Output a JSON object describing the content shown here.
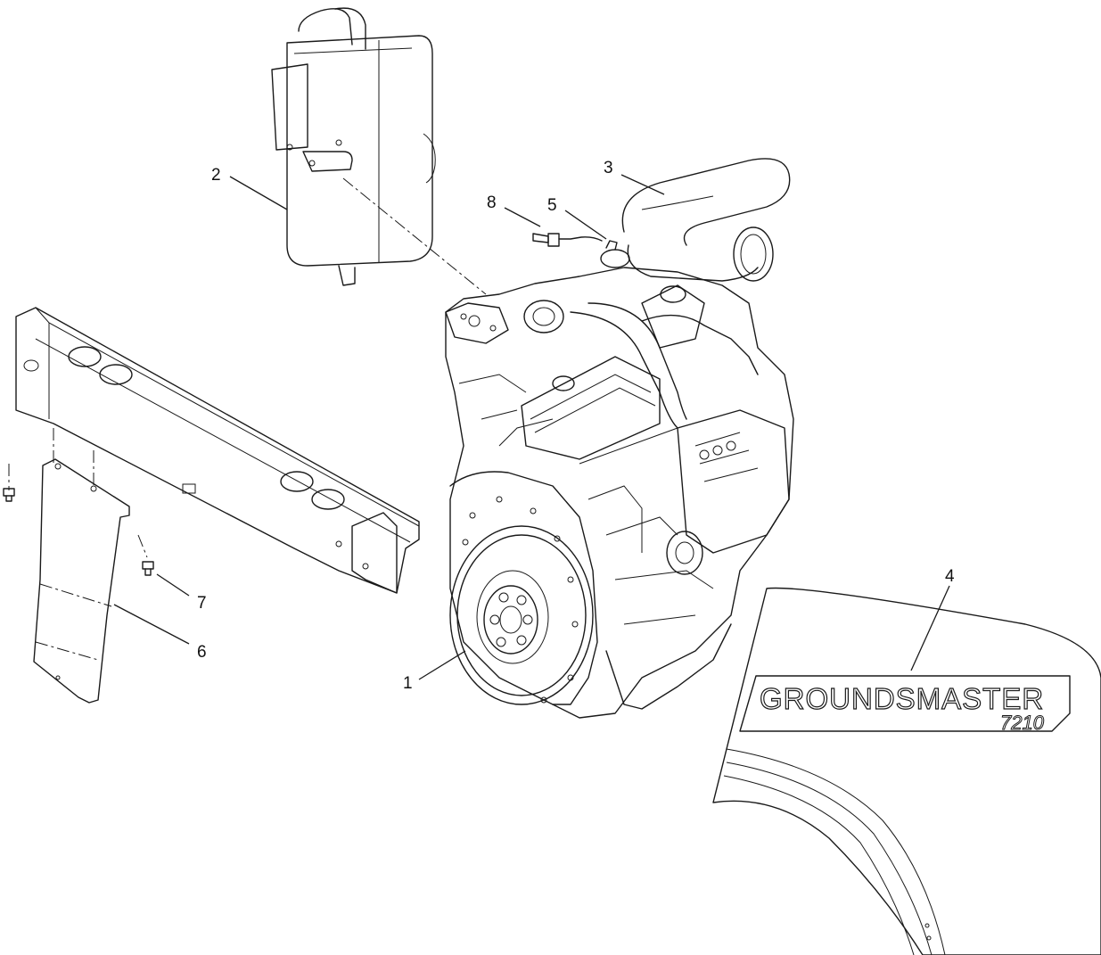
{
  "callouts": {
    "engine": "1",
    "muffler": "2",
    "hose": "3",
    "hood_decal": "4",
    "clamp": "5",
    "shield": "6",
    "bolt": "7",
    "sensor": "8"
  },
  "decal": {
    "brand": "GROUNDSMASTER",
    "model": "7210"
  }
}
